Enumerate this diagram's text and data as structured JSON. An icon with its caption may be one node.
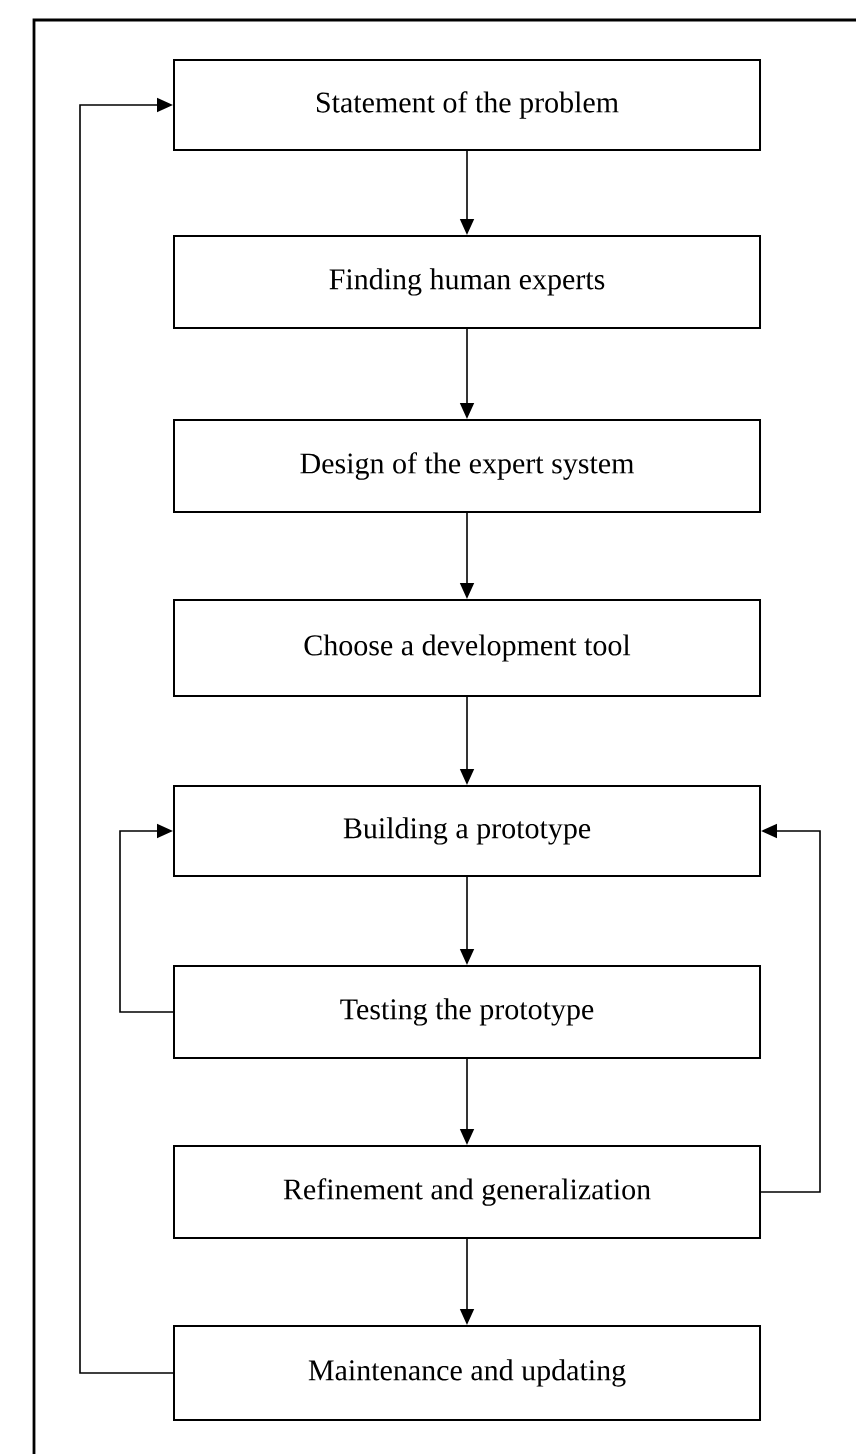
{
  "diagram": {
    "nodes": [
      {
        "text": [
          "Statement of the problem"
        ]
      },
      {
        "text": [
          "Finding human experts"
        ]
      },
      {
        "text": [
          "Design of the expert system"
        ]
      },
      {
        "text": [
          "Choose a development tool"
        ]
      },
      {
        "text": [
          "Building a prototype"
        ]
      },
      {
        "text": [
          "Testing the prototype"
        ]
      },
      {
        "text": [
          "Refinement and generalization"
        ]
      },
      {
        "text": [
          "Maintenance and updating"
        ]
      }
    ],
    "edges": [
      {
        "from": 0,
        "to": 1,
        "arrow": "to"
      },
      {
        "from": 1,
        "to": 2,
        "arrow": "to"
      },
      {
        "from": 2,
        "to": 3,
        "arrow": "to"
      },
      {
        "from": 3,
        "to": 4,
        "arrow": "to"
      },
      {
        "from": 4,
        "to": 5,
        "arrow": "to"
      },
      {
        "from": 5,
        "to": 6,
        "arrow": "to"
      },
      {
        "from": 6,
        "to": 7,
        "arrow": "to"
      },
      {
        "from": 5,
        "to": 4,
        "arrow": "to"
      },
      {
        "from": 6,
        "to": 4,
        "arrow": "to"
      },
      {
        "from": 7,
        "to": 0,
        "arrow": "to"
      }
    ]
  }
}
